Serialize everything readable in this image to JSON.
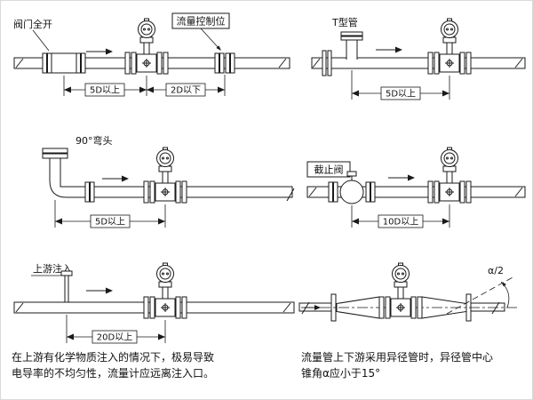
{
  "figure": {
    "panels": {
      "valve_open": {
        "title": "阀门全开",
        "callout": "流量控制位",
        "dim_upstream": "5D以上",
        "dim_downstream": "2D以下"
      },
      "t_pipe": {
        "title": "T型管",
        "dim": "5D以上"
      },
      "elbow": {
        "title": "90°弯头",
        "dim": "5D以上"
      },
      "stop_valve": {
        "title": "截止阀",
        "dim": "10D以上"
      },
      "injection": {
        "title": "上游注入",
        "dim": "20D以上"
      },
      "reducer": {
        "angle": "α/2"
      }
    },
    "notes": {
      "left1": "在上游有化学物质注入的情况下，极易导致",
      "left2": "电导率的不均匀性，流量计应远离注入口。",
      "right1": "流量管上下游采用异径管时，异径管中心",
      "right2": "锥角α应小于15°"
    }
  }
}
